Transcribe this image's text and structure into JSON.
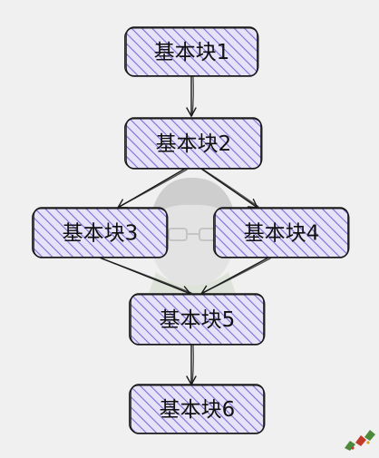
{
  "diagram": {
    "nodes": [
      {
        "id": "n1",
        "label": "基本块1"
      },
      {
        "id": "n2",
        "label": "基本块2"
      },
      {
        "id": "n3",
        "label": "基本块3"
      },
      {
        "id": "n4",
        "label": "基本块4"
      },
      {
        "id": "n5",
        "label": "基本块5"
      },
      {
        "id": "n6",
        "label": "基本块6"
      }
    ],
    "edges": [
      {
        "from": "n1",
        "to": "n2"
      },
      {
        "from": "n2",
        "to": "n3"
      },
      {
        "from": "n2",
        "to": "n4"
      },
      {
        "from": "n3",
        "to": "n5"
      },
      {
        "from": "n4",
        "to": "n5"
      },
      {
        "from": "n5",
        "to": "n6"
      }
    ],
    "colors": {
      "background": "#f0f0f0",
      "node_fill": "#e6e2f7",
      "hatch": "#7a6fd6",
      "stroke": "#1a1a1a",
      "corner_mark": "#4a8a3a"
    },
    "style": "hand-drawn hachure fill",
    "decorations": [
      "watermark-avatar",
      "corner-ribbon-mark"
    ]
  }
}
